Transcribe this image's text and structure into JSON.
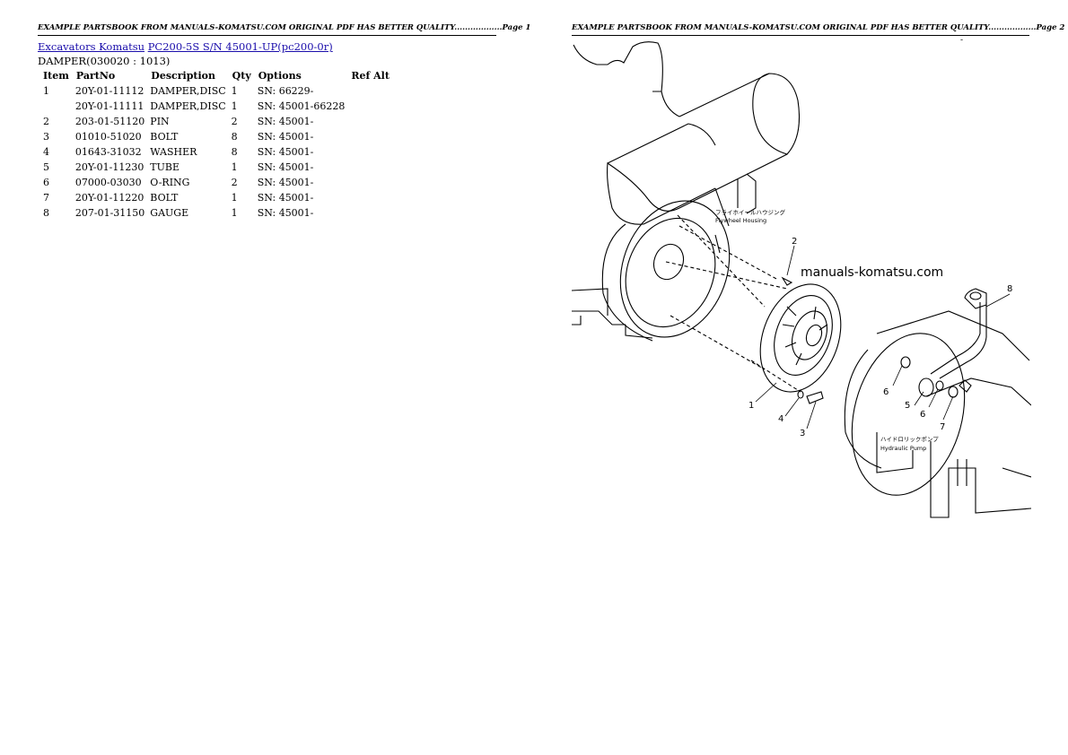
{
  "page1": {
    "header": "EXAMPLE PARTSBOOK FROM MANUALS-KOMATSU.COM ORIGINAL PDF HAS BETTER QUALITY..................Page 1"
  },
  "page2": {
    "header": "EXAMPLE PARTSBOOK FROM MANUALS-KOMATSU.COM ORIGINAL PDF HAS BETTER QUALITY..................Page 2",
    "mark": "-"
  },
  "breadcrumb": {
    "link1": "Excavators Komatsu",
    "link2": "PC200-5S S/N 45001-UP(pc200-0r)"
  },
  "section_title": "DAMPER(030020 : 1013)",
  "table": {
    "headers": {
      "item": "Item",
      "partno": "PartNo",
      "description": "Description",
      "qty": "Qty",
      "options": "Options",
      "refalt": "Ref Alt"
    },
    "rows": [
      {
        "item": "1",
        "partno": "20Y-01-11112",
        "description": "DAMPER,DISC",
        "qty": "1",
        "options": "SN: 66229-"
      },
      {
        "item": "",
        "partno": "20Y-01-11111",
        "description": "DAMPER,DISC",
        "qty": "1",
        "options": "SN: 45001-66228"
      },
      {
        "item": "2",
        "partno": "203-01-51120",
        "description": "PIN",
        "qty": "2",
        "options": "SN: 45001-"
      },
      {
        "item": "3",
        "partno": "01010-51020",
        "description": "BOLT",
        "qty": "8",
        "options": "SN: 45001-"
      },
      {
        "item": "4",
        "partno": "01643-31032",
        "description": "WASHER",
        "qty": "8",
        "options": "SN: 45001-"
      },
      {
        "item": "5",
        "partno": "20Y-01-11230",
        "description": "TUBE",
        "qty": "1",
        "options": "SN: 45001-"
      },
      {
        "item": "6",
        "partno": "07000-03030",
        "description": "O-RING",
        "qty": "2",
        "options": "SN: 45001-"
      },
      {
        "item": "7",
        "partno": "20Y-01-11220",
        "description": "BOLT",
        "qty": "1",
        "options": "SN: 45001-"
      },
      {
        "item": "8",
        "partno": "207-01-31150",
        "description": "GAUGE",
        "qty": "1",
        "options": "SN: 45001-"
      }
    ]
  },
  "diagram": {
    "watermark": "manuals-komatsu.com",
    "callouts": [
      "2",
      "8",
      "6",
      "6",
      "5",
      "7",
      "1",
      "4",
      "3"
    ],
    "label_flywheel_jp": "フライホイールハウジング",
    "label_flywheel_en": "Flywheel Housing",
    "label_pump_jp": "ハイドロリックポンプ",
    "label_pump_en": "Hydraulic Pump"
  }
}
